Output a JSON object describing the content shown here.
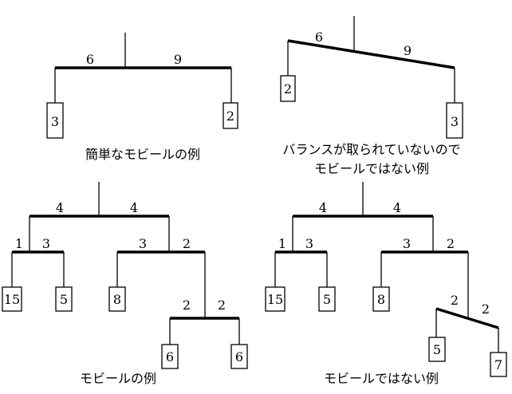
{
  "mobiles": [
    {
      "caption": [
        "簡単なモビールの例"
      ],
      "root": {
        "left_arm": "6",
        "right_arm": "9",
        "left": {
          "weight": "3"
        },
        "right": {
          "weight": "2"
        }
      }
    },
    {
      "caption": [
        "バランスが取られていないので",
        "モビールではない例"
      ],
      "root": {
        "left_arm": "6",
        "right_arm": "9",
        "left": {
          "weight": "2"
        },
        "right": {
          "weight": "3"
        }
      }
    },
    {
      "caption": [
        "モビールの例"
      ],
      "root": {
        "left_arm": "4",
        "right_arm": "4",
        "left": {
          "left_arm": "1",
          "right_arm": "3",
          "left": {
            "weight": "15"
          },
          "right": {
            "weight": "5"
          }
        },
        "right": {
          "left_arm": "3",
          "right_arm": "2",
          "left": {
            "weight": "8"
          },
          "right": {
            "left_arm": "2",
            "right_arm": "2",
            "left": {
              "weight": "6"
            },
            "right": {
              "weight": "6"
            }
          }
        }
      }
    },
    {
      "caption": [
        "モビールではない例"
      ],
      "root": {
        "left_arm": "4",
        "right_arm": "4",
        "left": {
          "left_arm": "1",
          "right_arm": "3",
          "left": {
            "weight": "15"
          },
          "right": {
            "weight": "5"
          }
        },
        "right": {
          "left_arm": "3",
          "right_arm": "2",
          "left": {
            "weight": "8"
          },
          "right": {
            "left_arm": "2",
            "right_arm": "2",
            "left": {
              "weight": "5"
            },
            "right": {
              "weight": "7"
            }
          }
        }
      }
    }
  ]
}
